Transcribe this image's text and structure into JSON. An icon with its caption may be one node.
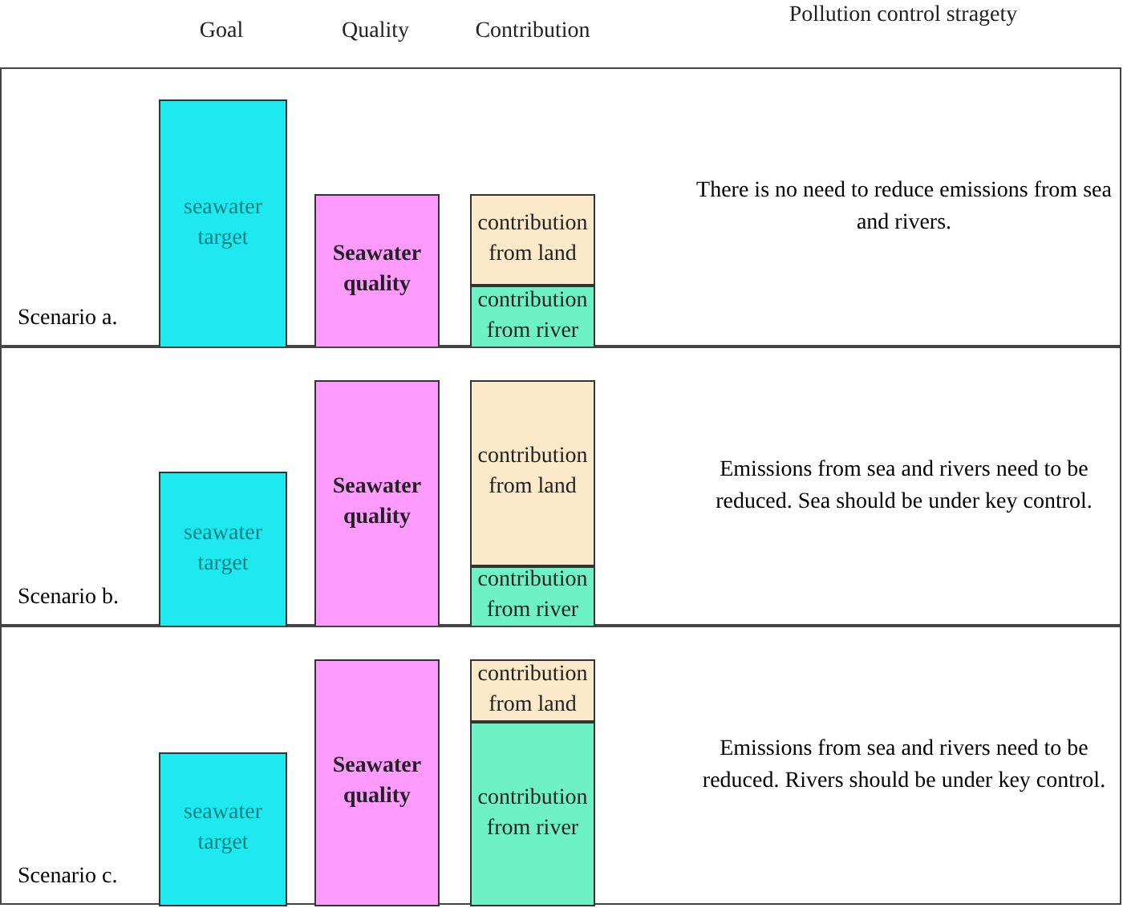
{
  "diagram": {
    "nodes": [
      {
        "text": [
          "Scenario a.",
          "There is no need to reduce emissions from sea and rivers."
        ]
      },
      {
        "text": [
          "seawater target"
        ],
        "in": 0
      },
      {
        "text": [
          "Seawater quality"
        ],
        "in": 0
      },
      {
        "text": [
          "contribution from land"
        ],
        "in": 0
      },
      {
        "text": [
          "contribution from river"
        ],
        "in": 0
      },
      {
        "text": [
          "Scenario b.",
          "Emissions from sea and rivers need to be reduced. Sea should be under key control."
        ]
      },
      {
        "text": [
          "seawater target"
        ],
        "in": 5
      },
      {
        "text": [
          "Seawater quality"
        ],
        "in": 5
      },
      {
        "text": [
          "contribution from land"
        ],
        "in": 5
      },
      {
        "text": [
          "contribution from river"
        ],
        "in": 5
      },
      {
        "text": [
          "Scenario c.",
          "Emissions from sea and rivers need to be reduced. Rivers should be under key control."
        ]
      },
      {
        "text": [
          "seawater target"
        ],
        "in": 10
      },
      {
        "text": [
          "Seawater quality"
        ],
        "in": 10
      },
      {
        "text": [
          "contribution from land"
        ],
        "in": 10
      },
      {
        "text": [
          "contribution from river"
        ],
        "in": 10
      }
    ],
    "labels": [
      "Goal",
      "Quality",
      "Contribution",
      "Pollution control stragety"
    ]
  }
}
